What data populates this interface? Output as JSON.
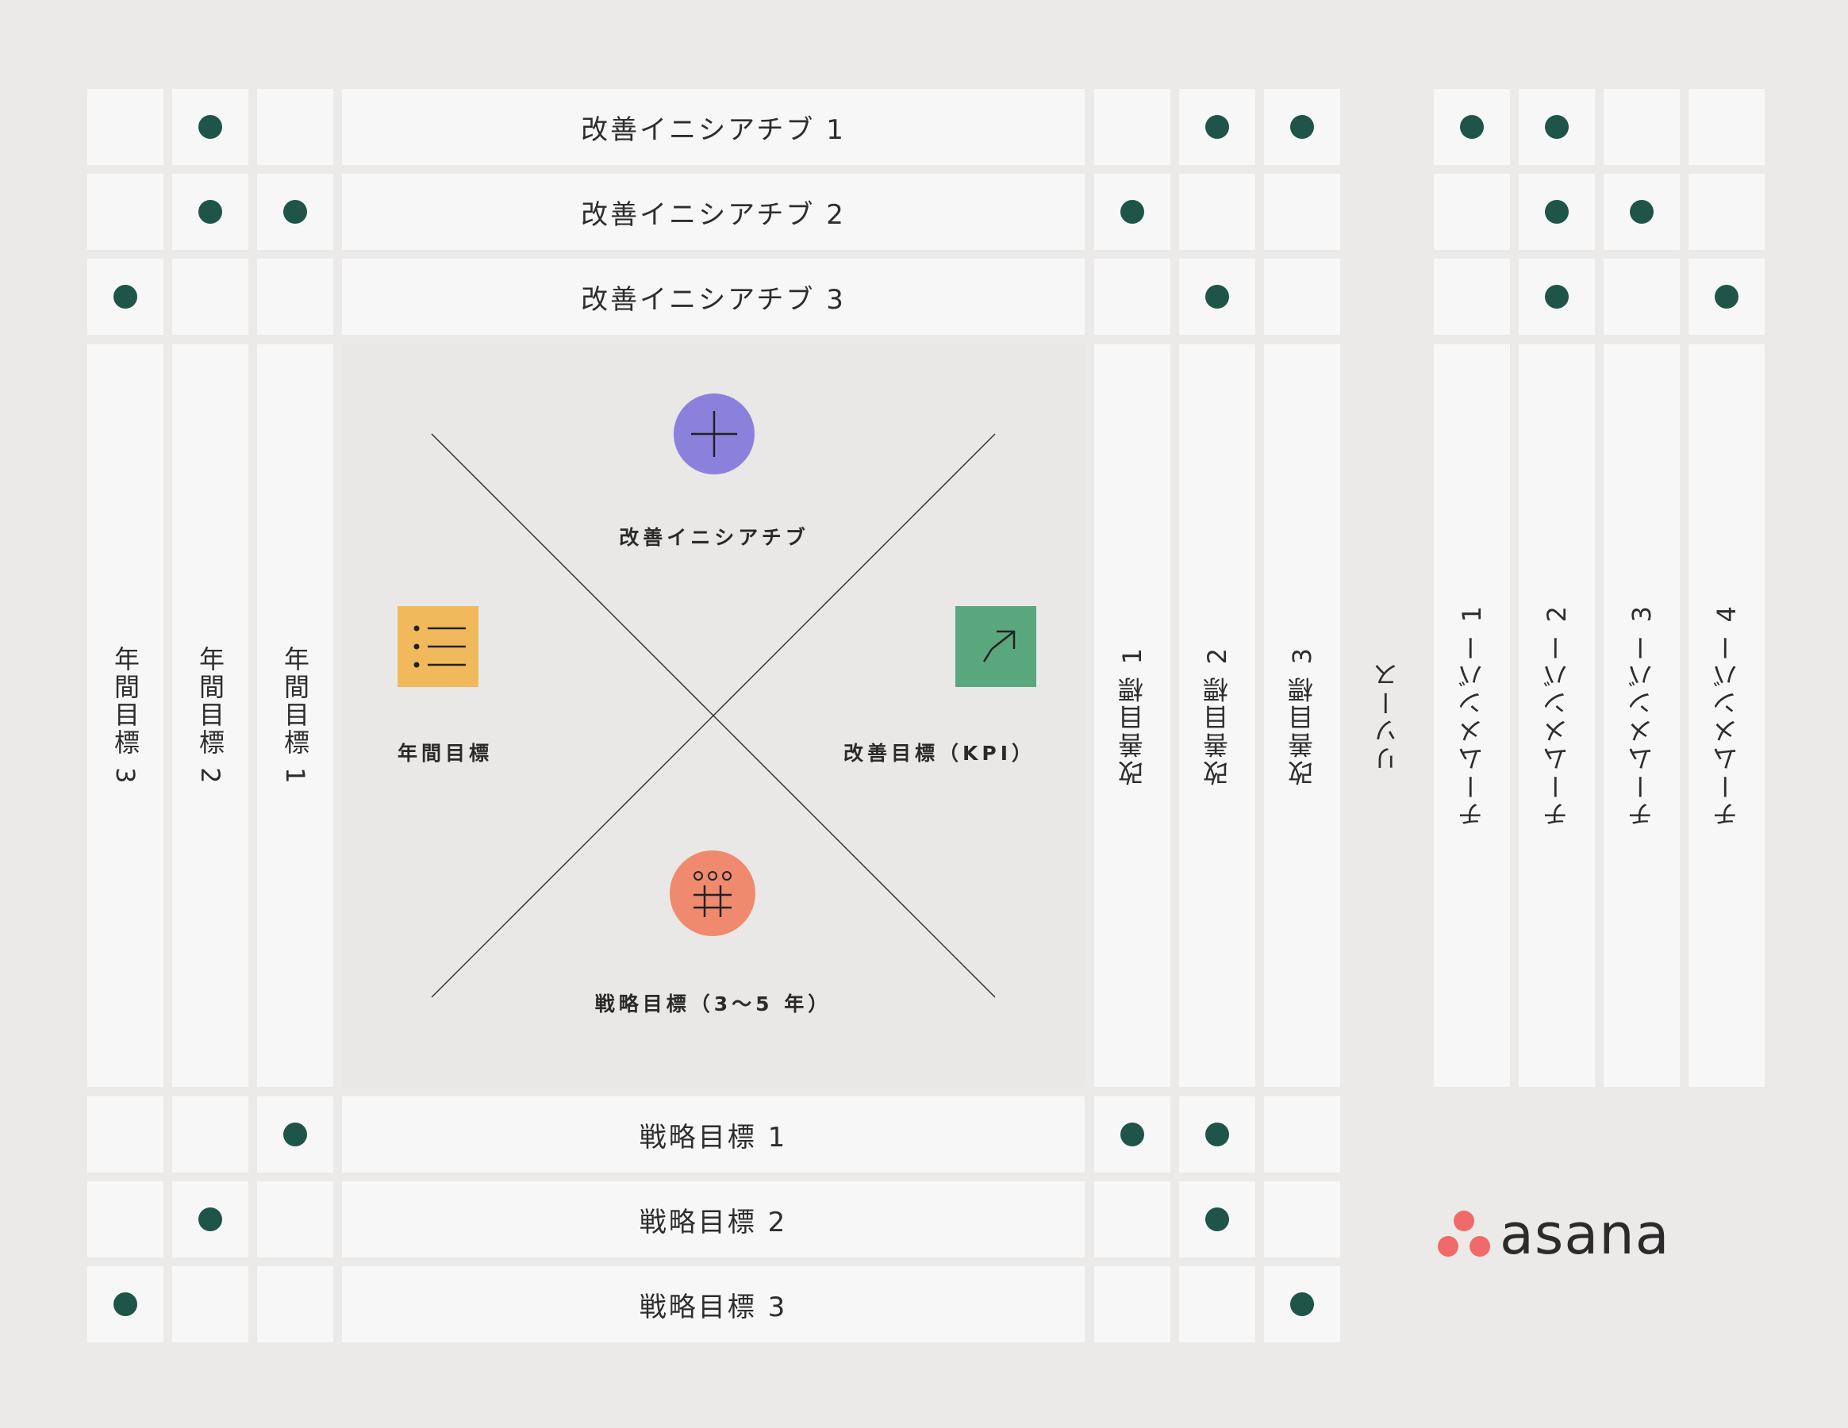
{
  "improvement_initiatives": [
    "改善イニシアチブ 1",
    "改善イニシアチブ 2",
    "改善イニシアチブ 3"
  ],
  "strategic_goals": [
    "戦略目標 1",
    "戦略目標 2",
    "戦略目標 3"
  ],
  "annual_goals": [
    "年間目標 3",
    "年間目標 2",
    "年間目標 1"
  ],
  "improvement_goals": [
    "改善目標 1",
    "改善目標 2",
    "改善目標 3"
  ],
  "resources_label": "リソース",
  "team_members": [
    "チームメンバー 1",
    "チームメンバー 2",
    "チームメンバー 3",
    "チームメンバー 4"
  ],
  "center": {
    "top": "改善イニシアチブ",
    "left": "年間目標",
    "right": "改善目標（KPI）",
    "bottom": "戦略目標（3～5 年）"
  },
  "center_icons": {
    "top": {
      "name": "plus-icon",
      "color": "#8b80db"
    },
    "left": {
      "name": "list-icon",
      "color": "#efb95c"
    },
    "right": {
      "name": "arrow-up-right-icon",
      "color": "#5aa77e"
    },
    "bottom": {
      "name": "grid-hash-icon",
      "color": "#ef8a6e"
    }
  },
  "logo": {
    "text": "asana",
    "color": "#f06a6a"
  },
  "matrix_marks": {
    "initiative_rows": [
      {
        "annual": [
          false,
          true,
          false
        ],
        "improvement": [
          false,
          true,
          true
        ],
        "team": [
          true,
          true,
          false,
          false
        ]
      },
      {
        "annual": [
          false,
          true,
          true
        ],
        "improvement": [
          true,
          false,
          false
        ],
        "team": [
          false,
          true,
          true,
          false
        ]
      },
      {
        "annual": [
          true,
          false,
          false
        ],
        "improvement": [
          false,
          true,
          false
        ],
        "team": [
          false,
          true,
          false,
          true
        ]
      }
    ],
    "strategic_rows": [
      {
        "annual": [
          false,
          false,
          true
        ],
        "improvement": [
          true,
          true,
          false
        ]
      },
      {
        "annual": [
          false,
          true,
          false
        ],
        "improvement": [
          false,
          true,
          false
        ]
      },
      {
        "annual": [
          true,
          false,
          false
        ],
        "improvement": [
          false,
          false,
          true
        ]
      }
    ]
  }
}
